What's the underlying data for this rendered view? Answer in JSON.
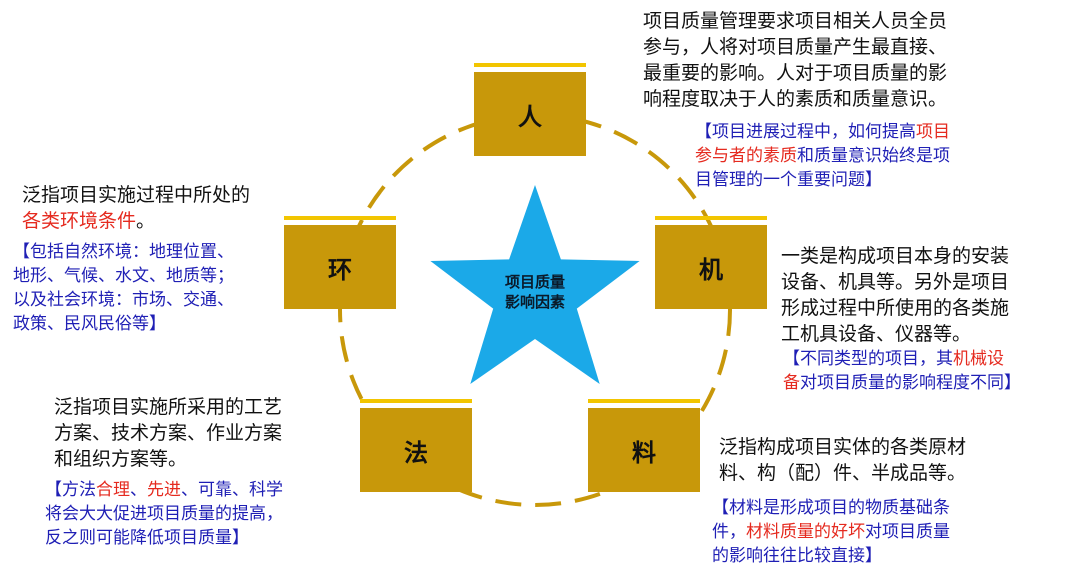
{
  "center": {
    "line1": "项目质量",
    "line2": "影响因素"
  },
  "colors": {
    "box": "#C8980A",
    "box_bar": "#F2C500",
    "circle": "#C8980A",
    "star": "#1BA9E8",
    "note": "#1F1FB5",
    "highlight": "#E52A1F"
  },
  "person": {
    "label": "人",
    "desc": [
      "项目质量管理要求项目相关人员全员",
      "参与，人将对项目质量产生最直接、",
      "最重要的影响。人对于项目质量的影",
      "响程度取决于人的素质和质量意识。"
    ],
    "note1_a": "【项目进展过程中，如何提高",
    "note1_b": "项目",
    "note2_a": "参与者的素质",
    "note2_b": "和质量意识始终是项",
    "note3": "目管理的一个重要问题】"
  },
  "machine": {
    "label": "机",
    "desc": [
      "一类是构成项目本身的安装",
      "设备、机具等。另外是项目",
      "形成过程中所使用的各类施",
      "工机具设备、仪器等。"
    ],
    "note1_a": "【不同类型的项目，其",
    "note1_b": "机械设",
    "note2_a": "备",
    "note2_b": "对项目质量的影响程度不同】"
  },
  "material": {
    "label": "料",
    "desc": [
      "泛指构成项目实体的各类原材",
      "料、构（配）件、半成品等。"
    ],
    "note1": "【材料是形成项目的物质基础条",
    "note2_a": "件，",
    "note2_b": "材料质量的好坏",
    "note2_c": "对项目质量",
    "note3": "的影响往往比较直接】"
  },
  "method": {
    "label": "法",
    "desc": [
      "泛指项目实施所采用的工艺",
      "方案、技术方案、作业方案",
      "和组织方案等。"
    ],
    "note1_a": "【方法",
    "note1_b": "合理",
    "note1_c": "、",
    "note1_d": "先进",
    "note1_e": "、可靠、科学",
    "note2": "将会大大促进项目质量的提高，",
    "note3": "反之则可能降低项目质量】"
  },
  "environment": {
    "label": "环",
    "desc1": "泛指项目实施过程中所处的",
    "desc2_a": "各类环境条件",
    "desc2_b": "。",
    "note": [
      "【包括自然环境：地理位置、",
      "地形、气候、水文、地质等；",
      "以及社会环境：市场、交通、",
      "政策、民风民俗等】"
    ]
  }
}
